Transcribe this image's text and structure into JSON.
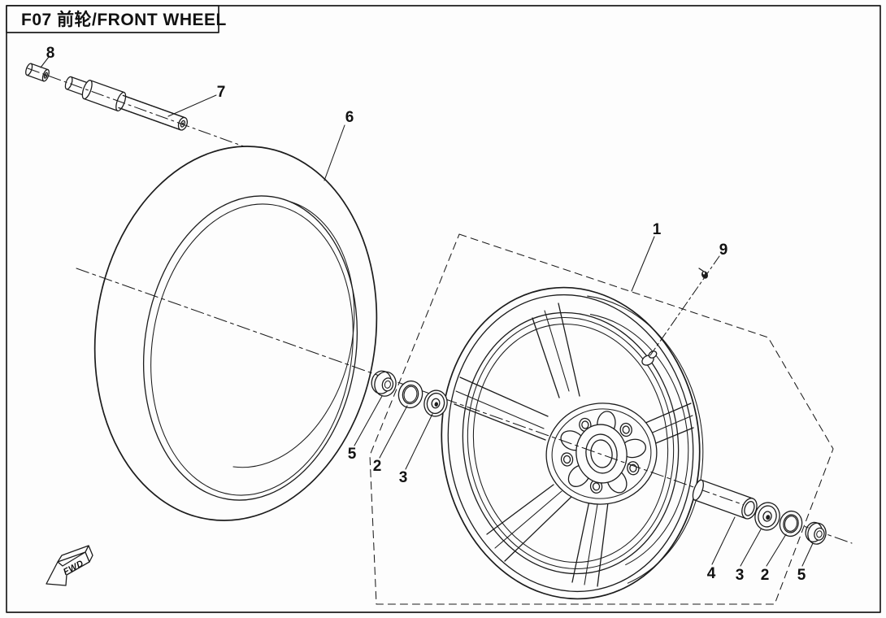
{
  "title": {
    "text": "F07  前轮/FRONT WHEEL"
  },
  "fwd_marker": {
    "label": "FWD"
  },
  "callouts": [
    {
      "number": "8"
    },
    {
      "number": "7"
    },
    {
      "number": "6"
    },
    {
      "number": "1"
    },
    {
      "number": "9"
    },
    {
      "number": "5"
    },
    {
      "number": "2"
    },
    {
      "number": "3"
    },
    {
      "number": "4"
    },
    {
      "number": "3"
    },
    {
      "number": "2"
    },
    {
      "number": "5"
    }
  ],
  "colors": {
    "line": "#1c1c1c",
    "background": "#fdfdfd"
  }
}
